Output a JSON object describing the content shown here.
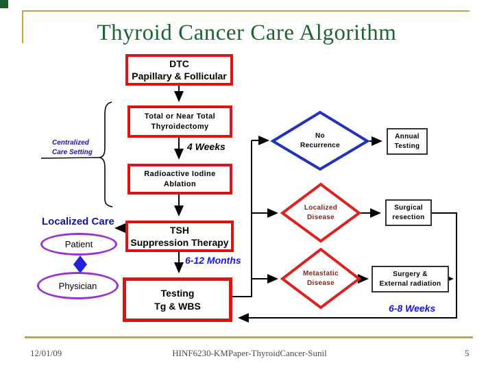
{
  "slide": {
    "title": "Thyroid Cancer Care Algorithm",
    "footer": {
      "date": "12/01/09",
      "doc": "HINF6230-KMPaper-ThyroidCancer-Sunil",
      "page": "5"
    }
  },
  "colors": {
    "title_green": "#1F6333",
    "gold_rule": "#C7A43B",
    "process_box_red": "#E01111",
    "decision_blue": "#2233BB",
    "decision_red": "#DD2020",
    "oval_purple": "#9933CC",
    "navy_label": "#15159B",
    "blue_duration": "#1515CC",
    "dark_red_text": "#8B2020"
  },
  "flowchart": {
    "dtc": {
      "line1": "DTC",
      "line2": "Papillary & Follicular"
    },
    "thyroidectomy": {
      "line1": "Total or Near Total",
      "line2": "Thyroidectomy"
    },
    "rai": {
      "line1": "Radioactive Iodine",
      "line2": "Ablation"
    },
    "tsh": {
      "line1": "TSH",
      "line2": "Suppression Therapy"
    },
    "testing": {
      "line1": "Testing",
      "line2": "Tg & WBS"
    },
    "annual": {
      "line1": "Annual",
      "line2": "Testing"
    },
    "surgical": {
      "line1": "Surgical",
      "line2": "resection"
    },
    "surgery": {
      "line1": "Surgery &",
      "line2": "External radiation"
    },
    "no_recurrence": {
      "line1": "No",
      "line2": "Recurrence"
    },
    "localized_disease": {
      "line1": "Localized",
      "line2": "Disease"
    },
    "metastatic_disease": {
      "line1": "Metastatic",
      "line2": "Disease"
    },
    "labels": {
      "centralized_line1": "Centralized",
      "centralized_line2": "Care Setting",
      "localized_care": "Localized Care",
      "four_weeks": "4 Weeks",
      "six_twelve_months": "6-12 Months",
      "six_eight_weeks": "6-8 Weeks",
      "patient": "Patient",
      "physician": "Physician"
    }
  }
}
